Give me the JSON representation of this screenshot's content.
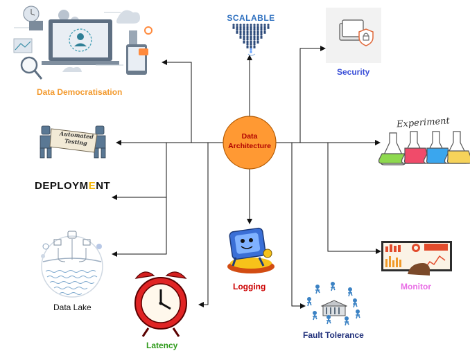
{
  "hub": {
    "line1": "Data",
    "line2": "Architecture"
  },
  "nodes": {
    "data_democratisation": {
      "label": "Data Democratisation",
      "color": "#f39a2e"
    },
    "automated_testing": {
      "sign_line1": "Automated",
      "sign_line2": "Testing"
    },
    "deployment": {
      "text_before": "DEPLOYM",
      "text_accent": "E",
      "text_after": "NT"
    },
    "data_lake": {
      "label": "Data Lake",
      "color": "#111111"
    },
    "latency": {
      "label": "Latency",
      "color": "#2e9a1a"
    },
    "logging": {
      "label": "Logging",
      "color": "#cc0000"
    },
    "scalable": {
      "label": "SCALABLE",
      "color": "#2d6fbf"
    },
    "security": {
      "label": "Security",
      "color": "#3a4fd8"
    },
    "experiment": {
      "label": "Experiment"
    },
    "monitor": {
      "label": "Monitor",
      "color": "#e96ee6"
    },
    "fault_tolerance": {
      "label": "Fault Tolerance",
      "color": "#1f2f7a"
    }
  },
  "colors": {
    "hub_fill": "#ff9933",
    "hub_stroke": "#b35900",
    "arrow": "#111111"
  },
  "icons": {
    "data_democratisation": "laptop-network-icon",
    "automated_testing": "robots-holding-sign-icon",
    "data_lake": "data-lake-icon",
    "latency": "alarm-clock-icon",
    "logging": "computer-log-icon",
    "scalable": "people-crowd-icon",
    "security": "secure-folder-icon",
    "experiment": "lab-flasks-icon",
    "monitor": "dashboard-monitor-icon",
    "fault_tolerance": "people-around-server-icon"
  }
}
